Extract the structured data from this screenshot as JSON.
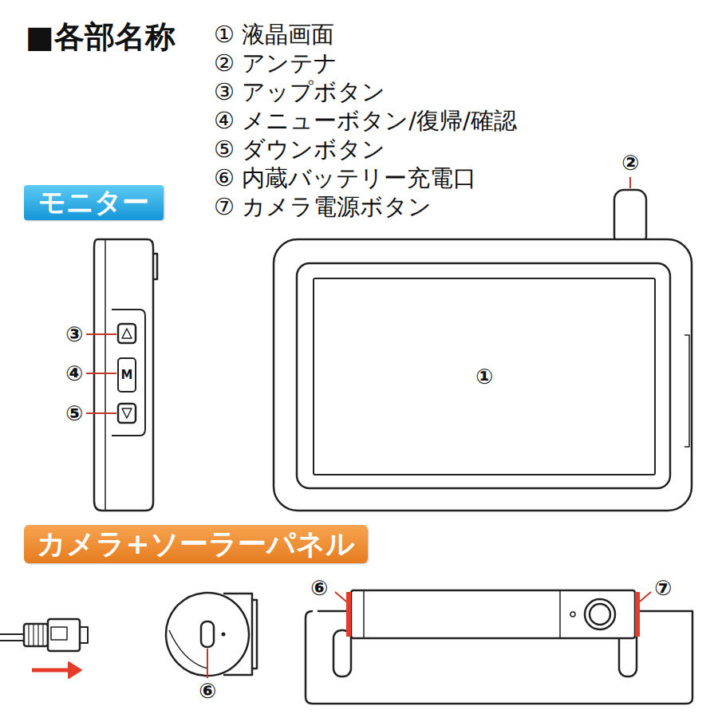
{
  "diagram": {
    "title": "■各部名称",
    "nodes": [
      {
        "text": [
          "モニター"
        ]
      },
      {
        "text": [
          "M"
        ]
      },
      {
        "text": [
          "①"
        ]
      },
      {
        "text": [
          "カメラ+ソーラーパネル"
        ]
      }
    ],
    "labels": [
      "① 液晶画面",
      "② アンテナ",
      "③ アップボタン",
      "④ メニューボタン/復帰/確認",
      "⑤ ダウンボタン",
      "⑥ 内蔵バッテリー充電口",
      "⑦ カメラ電源ボタン",
      "③",
      "④",
      "⑤",
      "②",
      "⑥",
      "⑥",
      "⑦"
    ]
  }
}
